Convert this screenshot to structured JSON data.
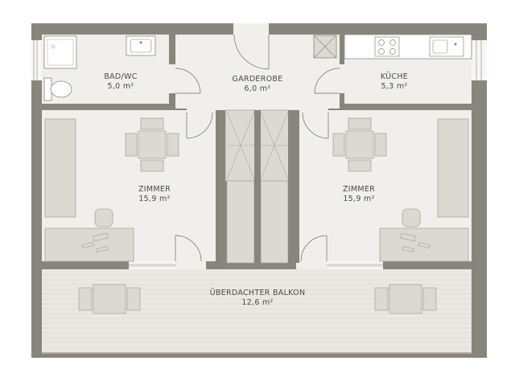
{
  "colors": {
    "wall": "#88857c",
    "floor": "#f0efec",
    "furniture": "#dcd9d2",
    "furniture_edge": "#aaa69c",
    "balcony": "#ebe8e3",
    "line": "#6f6c64",
    "text": "#4d4a44"
  },
  "rooms": {
    "bad_wc": {
      "name": "BAD/WC",
      "area": "5,0 m²"
    },
    "garderobe": {
      "name": "GARDEROBE",
      "area": "6,0 m²"
    },
    "kueche": {
      "name": "KÜCHE",
      "area": "5,3 m²"
    },
    "zimmer_left": {
      "name": "ZIMMER",
      "area": "15,9 m²"
    },
    "zimmer_right": {
      "name": "ZIMMER",
      "area": "15,9 m²"
    },
    "balkon": {
      "name": "ÜBERDACHTER BALKON",
      "area": "12,6 m²"
    }
  }
}
